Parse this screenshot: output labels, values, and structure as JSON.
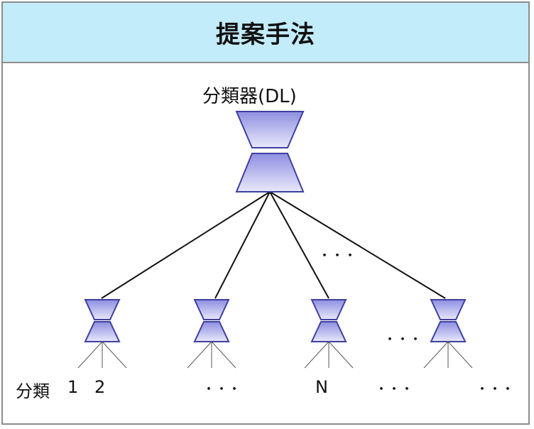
{
  "header": {
    "title": "提案手法"
  },
  "root": {
    "label": "分類器(DL)"
  },
  "mid_ellipsis": "・・・",
  "bottom_labels": {
    "classification": "分類",
    "num1": "1",
    "num2": "2",
    "ellipsis_a": "・・・",
    "n": "N",
    "ellipsis_b": "・・・",
    "ellipsis_c": "・・・",
    "side_ellipsis": "・・・"
  },
  "colors": {
    "header_bg": "#c3ecfa",
    "node_fill_top": "#8e8fe0",
    "node_fill_bottom": "#e8e8fb",
    "node_stroke": "#3f3fa0"
  }
}
